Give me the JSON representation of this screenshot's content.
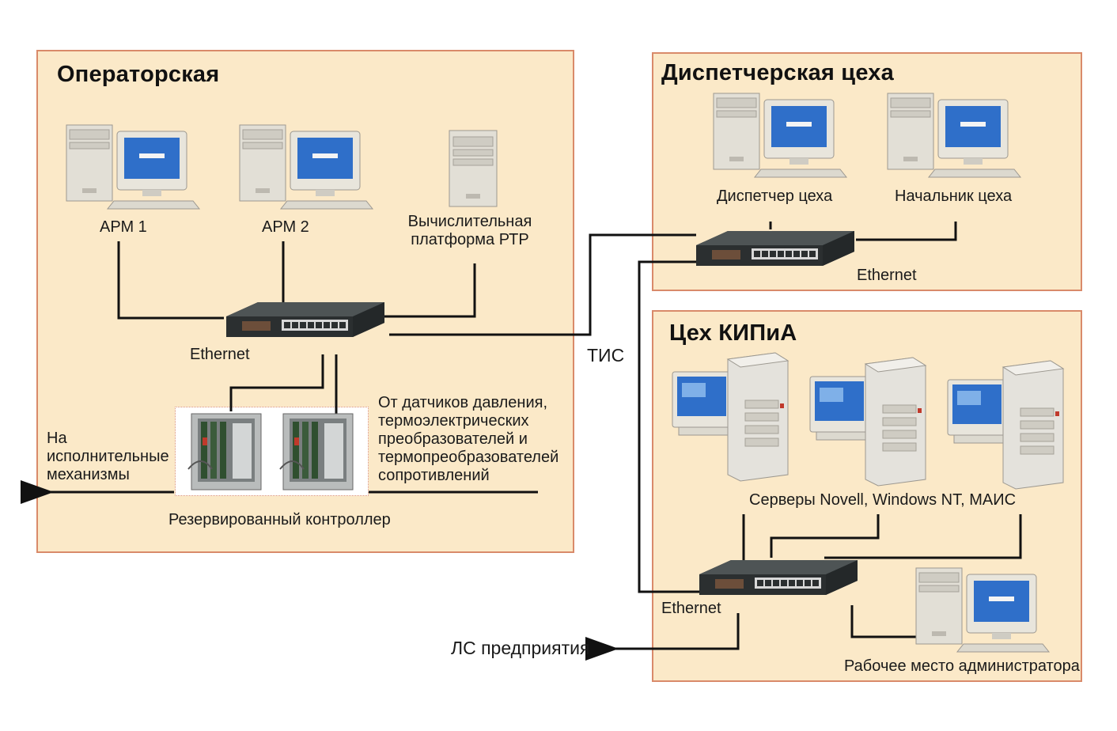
{
  "zones": {
    "operator": {
      "title": "Операторская"
    },
    "dispatch": {
      "title": "Диспетчерская цеха"
    },
    "kipia": {
      "title": "Цех КИПиА"
    }
  },
  "labels": {
    "arm1": "АРМ 1",
    "arm2": "АРМ 2",
    "platform_line1": "Вычислительная",
    "platform_line2": "платформа РТР",
    "ethernet_operator": "Ethernet",
    "ethernet_dispatch": "Ethernet",
    "ethernet_kipia": "Ethernet",
    "dispatcher": "Диспетчер цеха",
    "chief": "Начальник цеха",
    "tis": "ТИС",
    "sensors_line1": "От датчиков давления,",
    "sensors_line2": "термоэлектрических",
    "sensors_line3": "преобразователей и",
    "sensors_line4": "термопреобразователей",
    "sensors_line5": "сопротивлений",
    "actuators_line1": "На",
    "actuators_line2": "исполнительные",
    "actuators_line3": "механизмы",
    "controller": "Резервированный контроллер",
    "servers": "Серверы Novell, Windows NT, МАИС",
    "lan": "ЛС предприятия",
    "admin": "Рабочее место администратора"
  },
  "icons": [
    "workstation-icon",
    "tower-computer-icon",
    "ethernet-switch-icon",
    "controller-rack-icon",
    "server-icon"
  ],
  "colors": {
    "zone_fill": "#fbe9c8",
    "zone_border": "#d98a6a",
    "line": "#111111",
    "monitor_screen": "#2f6fc9",
    "case": "#dedbd2"
  }
}
